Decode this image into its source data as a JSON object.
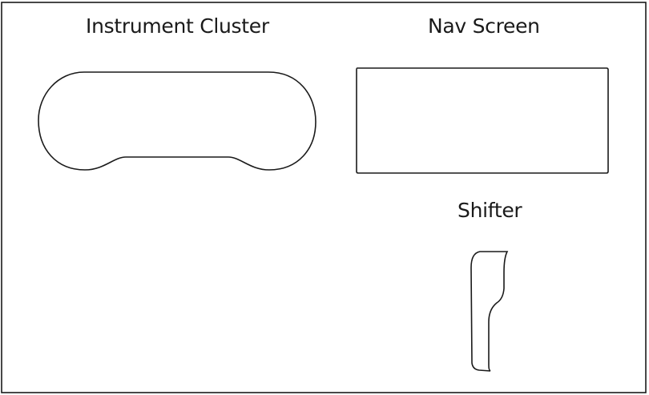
{
  "labels": {
    "instrument_cluster": "Instrument Cluster",
    "nav_screen": "Nav Screen",
    "shifter": "Shifter"
  },
  "colors": {
    "stroke": "#1a1a1a",
    "background": "#ffffff"
  }
}
